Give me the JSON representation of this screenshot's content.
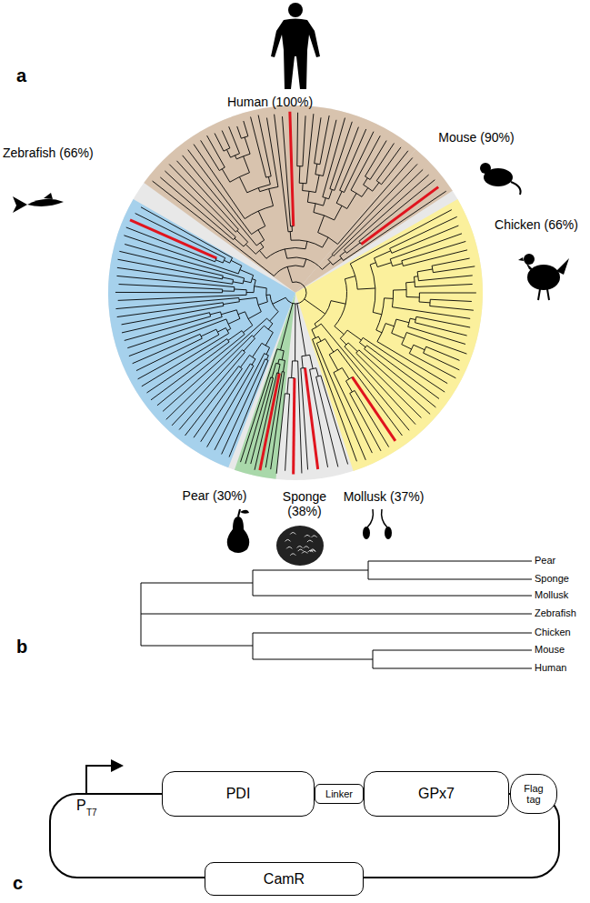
{
  "diagram": {
    "nodes": [
      {
        "text": [
          "PDI"
        ]
      },
      {
        "text": [
          "Linker"
        ]
      },
      {
        "text": [
          "GPx7"
        ]
      },
      {
        "text": [
          "Flag tag"
        ]
      },
      {
        "text": [
          "CamR"
        ]
      }
    ],
    "labels": [
      "Human (100%)",
      "a",
      "Mouse (90%)",
      "Zebrafish (66%)",
      "Chicken (66%)",
      "Pear (30%)",
      "Sponge (38%)",
      "Mollusk (37%)",
      "Pear",
      "Sponge",
      "Mollusk",
      "Zebrafish",
      "Chicken",
      "Mouse",
      "Human",
      "b",
      "P",
      "T7",
      "c"
    ]
  }
}
